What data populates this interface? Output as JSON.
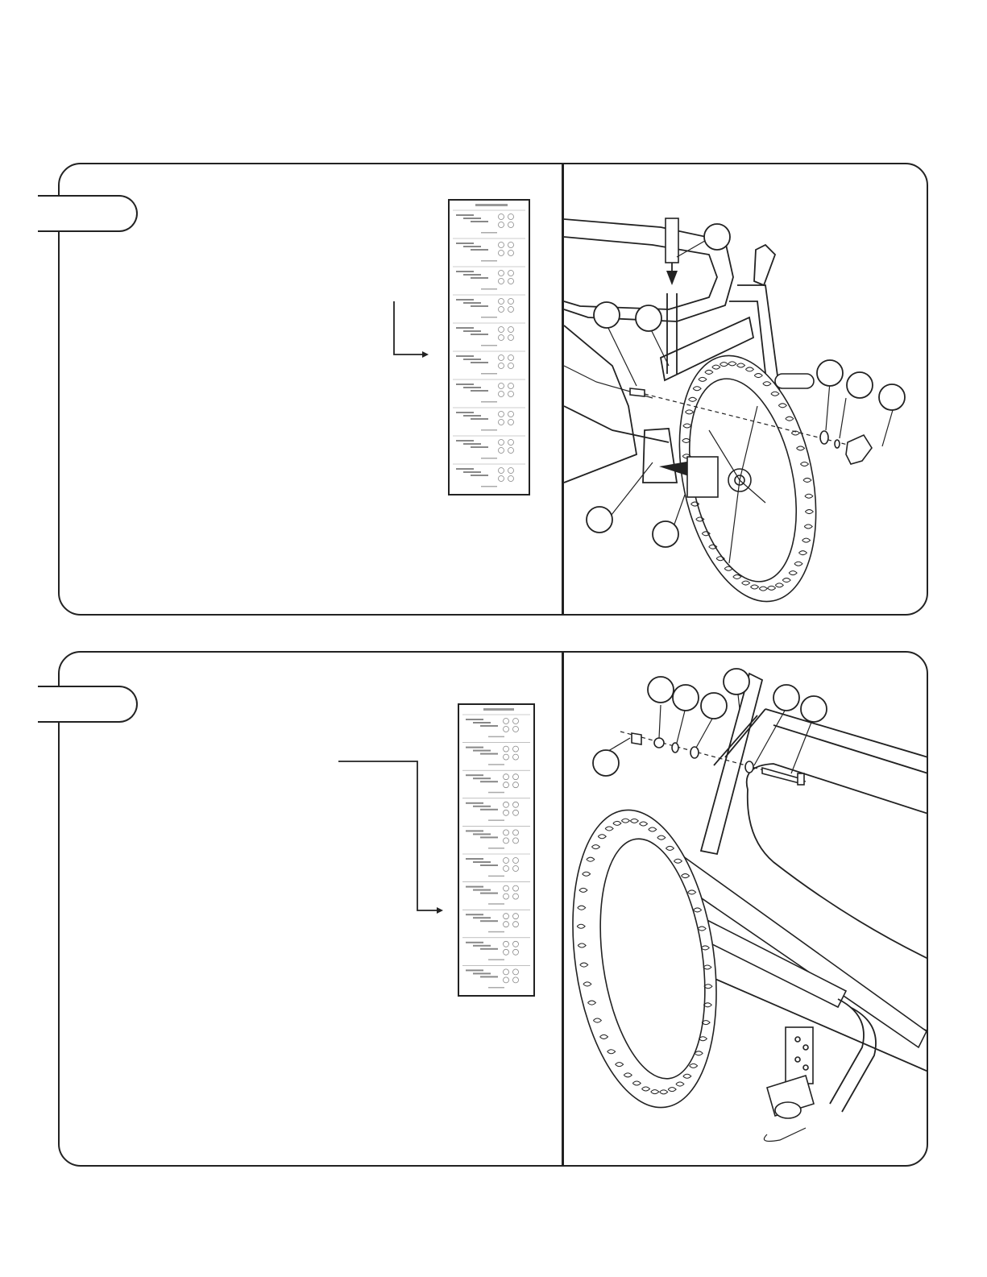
{
  "page": {
    "steps": [
      {
        "id": "step-1",
        "callouts": 8,
        "parts_card": {
          "header": "",
          "sections": 10
        }
      },
      {
        "id": "step-2",
        "callouts": 7,
        "parts_card": {
          "header": "",
          "sections": 10
        }
      }
    ]
  },
  "colors": {
    "ink": "#222222",
    "paper": "#ffffff",
    "card_rows": "#999999"
  }
}
